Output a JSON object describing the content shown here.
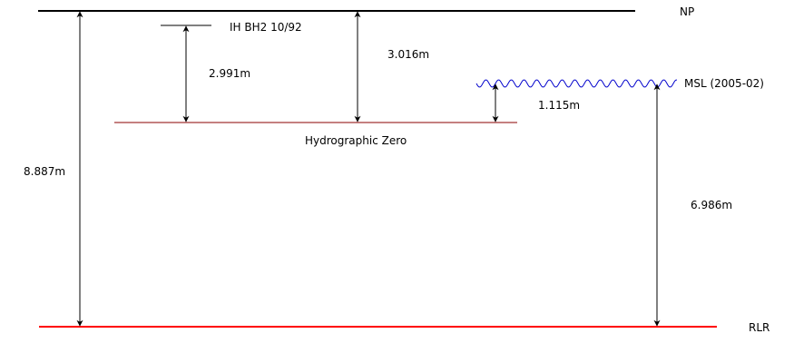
{
  "labels": {
    "np": "NP",
    "ih_bh2": "IH BH2 10/92",
    "hydrographic_zero": "Hydrographic Zero",
    "msl": "MSL (2005-02)",
    "rlr": "RLR"
  },
  "measurements": {
    "np_to_rlr": "8.887m",
    "ih_bh2_to_hz": "2.991m",
    "np_to_hz": "3.016m",
    "hz_to_msl": "1.115m",
    "msl_to_rlr": "6.986m"
  },
  "colors": {
    "np_line": "#000000",
    "ih_bh2_line": "#000000",
    "hydrographic_zero_line": "#8b0000",
    "msl_wave": "#0000cc",
    "rlr_line": "#ff0000",
    "dimension_arrows": "#000000"
  }
}
